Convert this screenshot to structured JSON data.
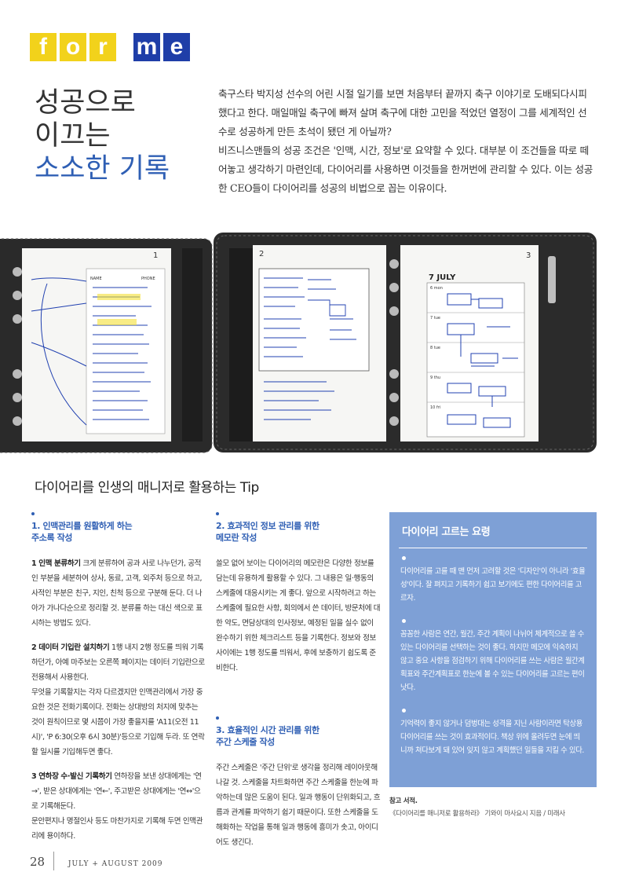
{
  "brand": {
    "letters": [
      "f",
      "o",
      "r",
      "m",
      "e"
    ]
  },
  "headline": {
    "line1": "성공으로",
    "line2": "이끄는",
    "line3": "소소한 기록"
  },
  "intro": {
    "p1": "축구스타 박지성 선수의 어린 시절 일기를 보면 처음부터 끝까지 축구 이야기로 도배되다시피 했다고 한다. 매일매일 축구에 빠져 살며 축구에 대한 고민을 적었던 열정이 그를 세계적인 선수로 성공하게 만든 초석이 됐던 게 아닐까?",
    "p2": "비즈니스맨들의 성공 조건은 '인맥, 시간, 정보'로 요약할 수 있다. 대부분 이 조건들을 따로 떼어놓고 생각하기 마련인데, 다이어리를 사용하면 이것들을 한꺼번에 관리할 수 있다. 이는 성공한 CEO들이 다이어리를 성공의 비법으로 꼽는 이유이다."
  },
  "photo": {
    "page_labels": [
      "1",
      "2",
      "3"
    ],
    "left_page": {
      "col_name": "NAME",
      "col_phone": "PHONE"
    },
    "right_page": {
      "month": "7 JULY",
      "days": [
        "6 mon",
        "7 tue",
        "8 tue",
        "9 thu",
        "10 fri"
      ]
    }
  },
  "tips": {
    "title": "다이어리를 인생의 매니저로 활용하는 Tip",
    "sec1": {
      "heading1": "1. 인맥관리를 원활하게 하는",
      "heading2": "주소록 작성",
      "item1_title": "1 인맥 분류하기",
      "item1_body": " 크게 분류하여 공과 사로 나누던가, 공적인 부분을 세분하여 상사, 동료, 고객, 외주처 등으로 하고, 사적인 부분은 친구, 지인, 친척 등으로 구분해 둔다. 더 나아가 가나다순으로 정리할 것. 분류를 하는 대신 색으로 표시하는 방법도 있다.",
      "item2_title": "2 데이터 기입란 설치하기",
      "item2_body": " 1행 내지 2행 정도를 띄워 기록하던가, 아예 마주보는 오른쪽 페이지는 데이터 기입란으로 전용해서 사용한다.",
      "item2_body2": "무엇을 기록할지는 각자 다르겠지만 인맥관리에서 가장 중요한 것은 전화기록이다. 전화는 상대방의 처지에 맞추는 것이 원칙이므로 몇 시쯤이 가장 좋을지를 'A11(오전 11시)', 'P 6:30(오후 6시 30분)'등으로 기입해 두라. 또 연락할 일시를 기입해두면 좋다.",
      "item3_title": "3 연하장 수·발신 기록하기",
      "item3_body": " 연하장을 보낸 상대에게는 '연→', 받은 상대에게는 '연←', 주고받은 상대에게는 '연↔'으로 기록해둔다.",
      "item3_body2": "문안편지나 명절인사 등도 마찬가지로 기록해 두면 인맥관리에 용이하다."
    },
    "sec2": {
      "heading1": "2. 효과적인 정보 관리를 위한",
      "heading2": "메모란 작성",
      "body": "쓸모 없어 보이는 다이어리의 메모란은 다양한 정보를 담는데 유용하게 활용할 수 있다. 그 내용은 일·행동의 스케줄에 대응시키는 게 좋다. 앞으로 시작하려고 하는 스케줄에 필요한 사항, 회의에서 쓴 데이터, 방문처에 대한 약도, 면담상대의 인사정보, 예정된 일을 실수 없이 완수하기 위한 체크리스트 등을 기록한다. 정보와 정보 사이에는 1행 정도를 띄워서, 후에 보충하기 쉽도록 준비한다."
    },
    "sec3": {
      "heading1": "3. 효율적인 시간 관리를 위한",
      "heading2": "주간 스케줄 작성",
      "body": "주간 스케줄은 '주간 단위'로 생각을 정리해 레이아웃해 나갈 것. 스케줄을 차트화하면 주간 스케줄을 한눈에 파악하는데 많은 도움이 된다. 일과 행동이 단위화되고, 흐름과 관계를 파악하기 쉽기 때문이다. 또한 스케줄을 도해화하는 작업을 통해 일과 행동에 흥미가 솟고, 아이디어도 생긴다."
    }
  },
  "box": {
    "title": "다이어리 고르는 요령",
    "item1": "다이어리를 고를 때 맨 먼저 고려할 것은 '디자인'이 아니라 '효율성'이다. 잘 펴지고 기록하기 쉽고 보기에도 편한 다이어리를 고르자.",
    "item2": "꼼꼼한 사람은 연간, 월간, 주간 계획이 나뉘어 체계적으로 쓸 수 있는 다이어리를 선택하는 것이 좋다. 하지만 메모에 익숙하지 않고 중요 사항을 점검하기 위해 다이어리를 쓰는 사람은 월간계획표와 주간계획표로 한눈에 볼 수 있는 다이어리를 고르는 편이 낫다.",
    "item3": "기억력이 좋지 않거나 덤벙대는 성격을 지닌 사람이라면 탁상용 다이어리를 쓰는 것이 효과적이다. 책상 위에 올려두면 눈에 띄니까 쳐다보게 돼 있어 잊지 않고 계획했던 일들을 지킬 수 있다."
  },
  "reference": {
    "label": "참고 서적.",
    "text": "《다이어리를 매니저로 활용하라》 기와이 마사요시 지음 / 미래사"
  },
  "footer": {
    "page": "28",
    "issue": "JULY + AUGUST 2009"
  },
  "colors": {
    "accent": "#2f5fb4",
    "logo_yellow": "#f2d21b",
    "logo_blue": "#1f3ea8",
    "box": "#7ea0d6"
  }
}
